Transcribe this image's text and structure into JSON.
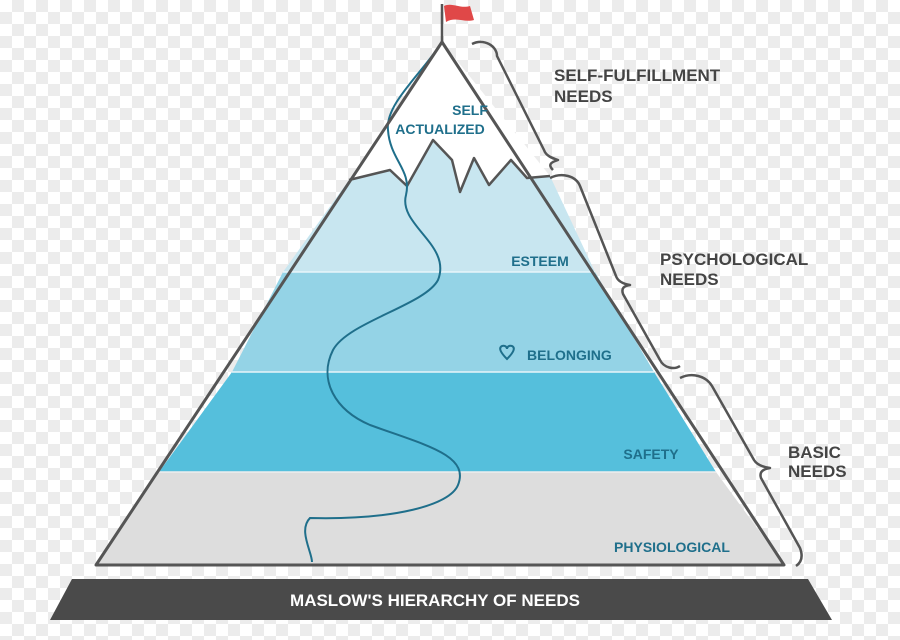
{
  "title": "MASLOW'S HIERARCHY OF NEEDS",
  "levels": [
    {
      "label_lines": [
        "SELF",
        "ACTUALIZED"
      ],
      "fill": "#ffffff"
    },
    {
      "label": "ESTEEM",
      "fill": "#c8e6f0"
    },
    {
      "label": "BELONGING",
      "fill": "#94d3e6",
      "icon": "heart-icon"
    },
    {
      "label": "SAFETY",
      "fill": "#55bfdc"
    },
    {
      "label": "PHYSIOLOGICAL",
      "fill": "#dddddd"
    }
  ],
  "groups": [
    {
      "label_lines": [
        "SELF-FULFILLMENT",
        "NEEDS"
      ]
    },
    {
      "label_lines": [
        "PSYCHOLOGICAL",
        "NEEDS"
      ]
    },
    {
      "label_lines": [
        "BASIC",
        "NEEDS"
      ]
    }
  ],
  "icons": [
    "flag-icon",
    "heart-icon",
    "climbing-path"
  ],
  "colors": {
    "outline": "#555555",
    "label_text": "#1f6f8b",
    "group_text": "#444444",
    "base_bar": "#4a4a4a",
    "flag": "#e04848"
  }
}
